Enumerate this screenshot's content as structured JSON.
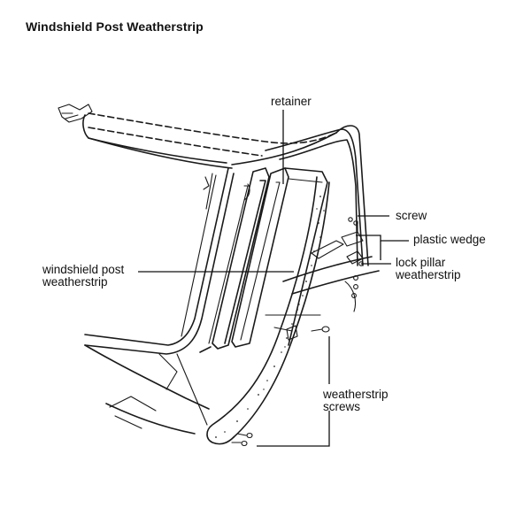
{
  "title": "Windshield Post Weatherstrip",
  "labels": {
    "retainer": "retainer",
    "screw": "screw",
    "plastic_wedge": "plastic wedge",
    "lock_pillar_weatherstrip": [
      "lock pillar",
      "weatherstrip"
    ],
    "windshield_post_weatherstrip": [
      "windshield post",
      "weatherstrip"
    ],
    "weatherstrip_screws": [
      "weatherstrip",
      "screws"
    ]
  },
  "colors": {
    "ink": "#1a1a1a",
    "background": "#ffffff"
  }
}
